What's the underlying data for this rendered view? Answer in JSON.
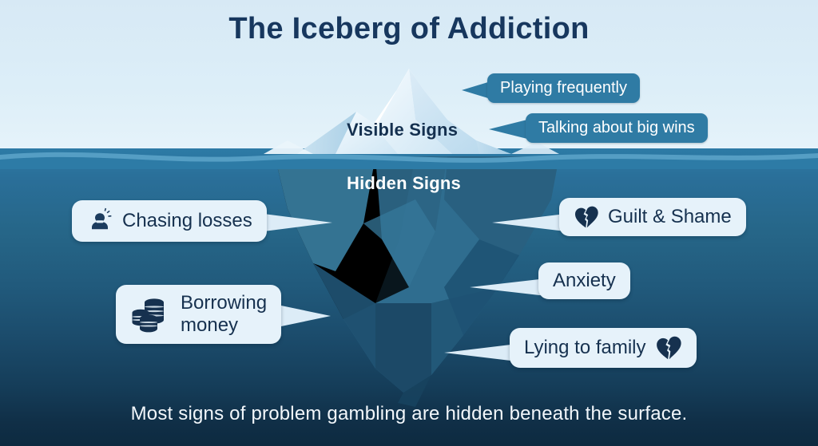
{
  "title": "The Iceberg of Addiction",
  "caption": "Most signs of problem gambling are hidden beneath the surface.",
  "scene": {
    "visible_label": "Visible Signs",
    "hidden_label": "Hidden Signs"
  },
  "colors": {
    "sky": "#dceef8",
    "sea_top": "#2d7ba6",
    "sea_bottom": "#0d2a40",
    "title_text": "#17375e",
    "callout_dark_bg": "#2f7ba4",
    "callout_dark_text": "#ffffff",
    "callout_light_bg": "#e6f2fa",
    "callout_light_text": "#16314f",
    "iceberg_above": "#ffffff",
    "iceberg_below": "#2f6d8f"
  },
  "callouts": {
    "above_water": [
      {
        "id": "playing-frequently",
        "label": "Playing frequently",
        "icon": null,
        "icon_side": null
      },
      {
        "id": "talking-about-big-wins",
        "label": "Talking about big wins",
        "icon": null,
        "icon_side": null
      }
    ],
    "below_water": [
      {
        "id": "chasing-losses",
        "label": "Chasing losses",
        "icon": "stressed-person-icon",
        "icon_side": "left"
      },
      {
        "id": "guilt-and-shame",
        "label": "Guilt & Shame",
        "icon": "broken-heart-icon",
        "icon_side": "left"
      },
      {
        "id": "anxiety",
        "label": "Anxiety",
        "icon": null,
        "icon_side": null
      },
      {
        "id": "borrowing-money",
        "label": "Borrowing\nmoney",
        "icon": "coins-icon",
        "icon_side": "left"
      },
      {
        "id": "lying-to-family",
        "label": "Lying to family",
        "icon": "broken-heart-icon",
        "icon_side": "right"
      }
    ]
  }
}
